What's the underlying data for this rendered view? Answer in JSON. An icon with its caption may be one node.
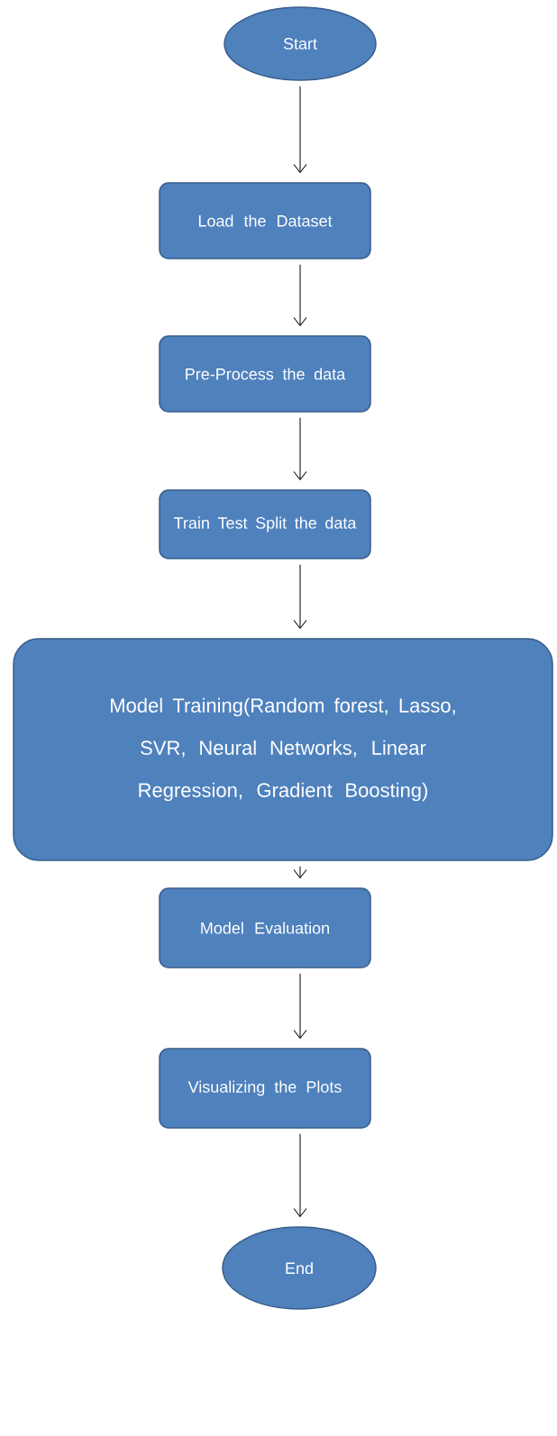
{
  "diagram": {
    "nodes": [
      {
        "text": [
          "Start"
        ]
      },
      {
        "text": [
          "Load the Dataset"
        ]
      },
      {
        "text": [
          "Pre-Process the data"
        ]
      },
      {
        "text": [
          "Train Test Split the data"
        ]
      },
      {
        "text": [
          "Model Training(Random forest, Lasso, SVR, Neural Networks, Linear Regression, Gradient Boosting)"
        ]
      },
      {
        "text": [
          "Model Evaluation"
        ]
      },
      {
        "text": [
          "Visualizing the Plots"
        ]
      },
      {
        "text": [
          "End"
        ]
      }
    ],
    "edges": [
      {
        "from": 0,
        "to": 1,
        "arrow": "to"
      },
      {
        "from": 1,
        "to": 2,
        "arrow": "to"
      },
      {
        "from": 2,
        "to": 3,
        "arrow": "to"
      },
      {
        "from": 3,
        "to": 4,
        "arrow": "to"
      },
      {
        "from": 4,
        "to": 5,
        "arrow": "to"
      },
      {
        "from": 5,
        "to": 6,
        "arrow": "to"
      },
      {
        "from": 6,
        "to": 7,
        "arrow": "to"
      }
    ]
  }
}
